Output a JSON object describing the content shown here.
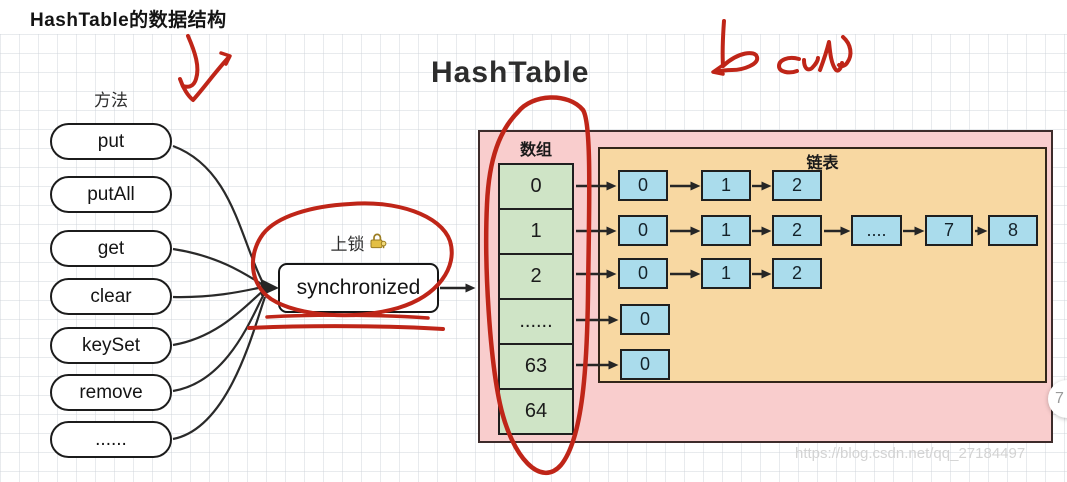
{
  "page_title": "HashTable的数据结构",
  "methods": {
    "label": "方法",
    "items": [
      "put",
      "putAll",
      "get",
      "clear",
      "keySet",
      "remove",
      "......"
    ]
  },
  "lock": {
    "label": "上锁"
  },
  "synchronized_label": "synchronized",
  "hashtable": {
    "title": "HashTable",
    "array": {
      "label": "数组",
      "cells": [
        "0",
        "1",
        "2",
        "......",
        "63",
        "64"
      ]
    },
    "linked_list": {
      "label": "链表",
      "chains": [
        [
          "0",
          "1",
          "2"
        ],
        [
          "0",
          "1",
          "2",
          "....",
          "7",
          "8"
        ],
        [
          "0",
          "1",
          "2"
        ],
        [
          "0"
        ],
        [
          "0"
        ]
      ]
    }
  },
  "watermark": "https://blog.csdn.net/qq_27184497",
  "side_button_label": "7",
  "colors": {
    "array_fill": "#cfe4c6",
    "node_fill": "#aadcec",
    "container_fill": "#f9cdcd",
    "list_fill": "#f8d8a2",
    "annotation_ink": "#bf2518"
  }
}
